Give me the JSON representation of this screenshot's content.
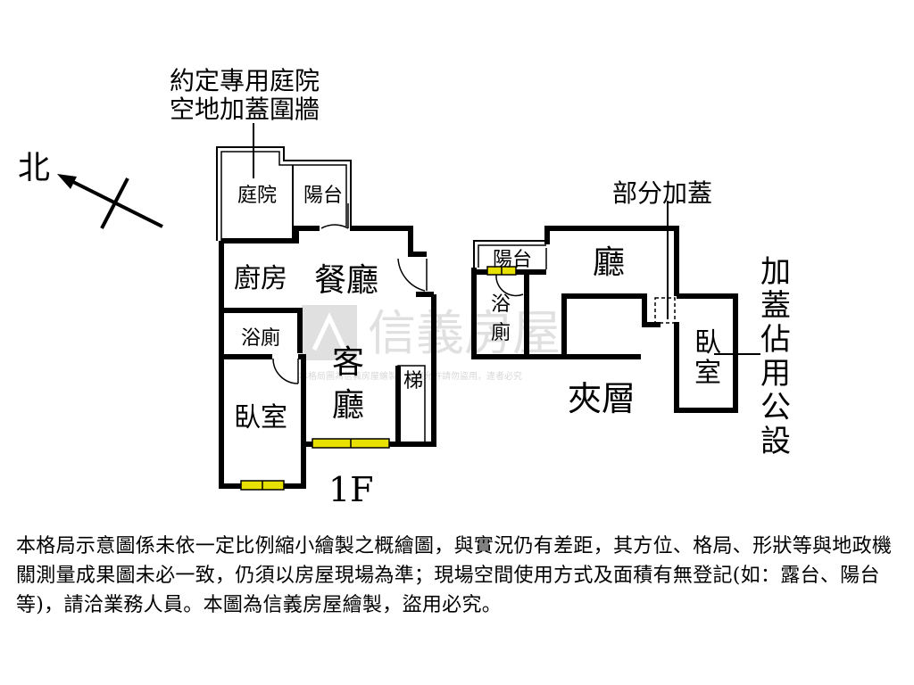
{
  "compass": {
    "north_label": "北"
  },
  "annotations": {
    "courtyard_note_line1": "約定專用庭院",
    "courtyard_note_line2": "空地加蓋圍牆",
    "partial_extension": "部分加蓋",
    "extension_public_line": [
      "加",
      "蓋",
      "佔",
      "用",
      "公",
      "設"
    ]
  },
  "first_floor": {
    "label": "1F",
    "rooms": {
      "courtyard": "庭院",
      "balcony": "陽台",
      "kitchen": "廚房",
      "dining_room": "餐廳",
      "bathroom": "浴廁",
      "living_room_char1": "客",
      "living_room_char2": "廳",
      "bedroom": "臥室",
      "stairs": "梯"
    }
  },
  "mezzanine": {
    "label": "夾層",
    "rooms": {
      "balcony": "陽台",
      "hall": "廳",
      "bathroom_char1": "浴",
      "bathroom_char2": "廁",
      "bedroom_char1": "臥",
      "bedroom_char2": "室"
    }
  },
  "watermark": {
    "brand": "信義房屋",
    "notice": "本格局圖為信義房屋繪製，未經允許請勿盜用，違者必究"
  },
  "disclaimer": "本格局示意圖係未依一定比例縮小繪製之概繪圖，與實況仍有差距，其方位、格局、形狀等與地政機關測量成果圖未必一致，仍須以房屋現場為準；現場空間使用方式及面積有無登記(如：露台、陽台等)，請洽業務人員。本圖為信義房屋繪製，盜用必究。",
  "colors": {
    "wall": "#000000",
    "window": "#e8e000",
    "watermark": "#c8c8c8"
  }
}
